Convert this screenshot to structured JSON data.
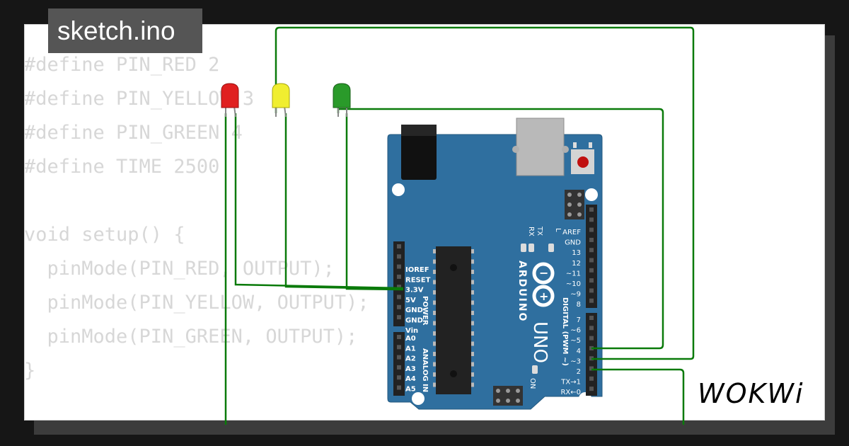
{
  "tab": {
    "title": "sketch.ino"
  },
  "code_lines": [
    "#define PIN_RED 2",
    "#define PIN_YELLOW 3",
    "#define PIN_GREEN 4",
    "#define TIME 2500",
    "",
    "void setup() {",
    "  pinMode(PIN_RED, OUTPUT);",
    "  pinMode(PIN_YELLOW, OUTPUT);",
    "  pinMode(PIN_GREEN, OUTPUT);",
    "}"
  ],
  "leds": [
    {
      "name": "red",
      "color": "#e02020"
    },
    {
      "name": "yellow",
      "color": "#f0ee30"
    },
    {
      "name": "green",
      "color": "#2a9a2a"
    }
  ],
  "board": {
    "brand": "ARDUINO",
    "model": "UNO",
    "color": "#2f6f9f",
    "power_header": "POWER",
    "analog_header": "ANALOG IN",
    "digital_header": "DIGITAL (PWM ~)",
    "on_label": "ON",
    "tx_label": "TX",
    "rx_label": "RX",
    "l_label": "L",
    "power_pins": [
      "IOREF",
      "RESET",
      "3.3V",
      "5V",
      "GND",
      "GND",
      "Vin"
    ],
    "analog_pins": [
      "A0",
      "A1",
      "A2",
      "A3",
      "A4",
      "A5"
    ],
    "digital_top_pins": [
      "AREF",
      "GND",
      "13",
      "12",
      "~11",
      "~10",
      "~9",
      "8"
    ],
    "digital_bottom_pins": [
      "7",
      "~6",
      "~5",
      "4",
      "~3",
      "2",
      "TX→1",
      "RX←0"
    ]
  },
  "wire_color": "#0a7a0a",
  "brand_logo": "WOKWi"
}
